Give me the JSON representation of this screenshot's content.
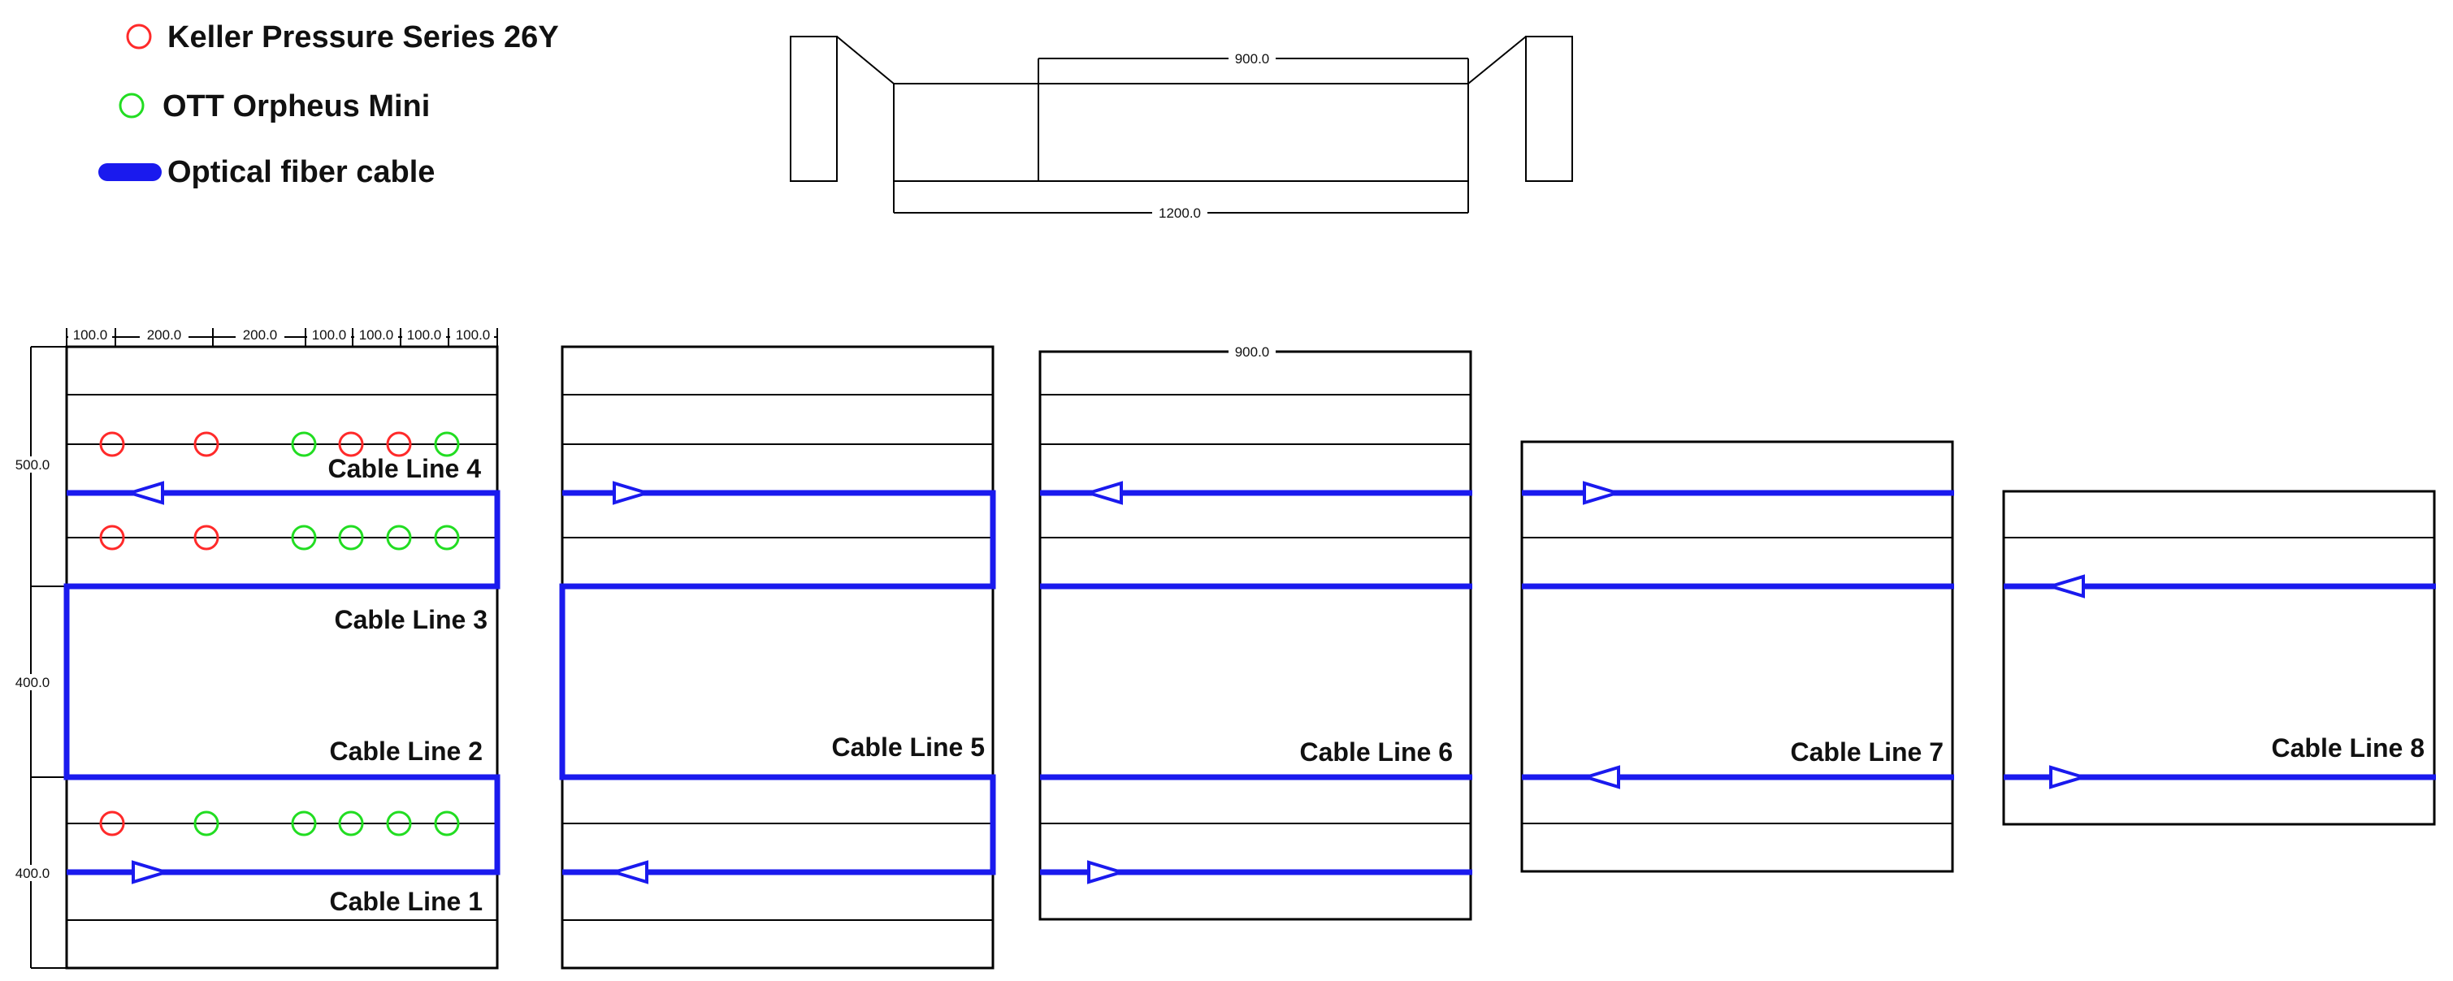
{
  "legend": {
    "items": [
      {
        "id": "keller",
        "text": "Keller Pressure Series 26Y",
        "symbol": "circle",
        "color": "#ff2a2a"
      },
      {
        "id": "ott",
        "text": "OTT Orpheus Mini",
        "symbol": "circle",
        "color": "#22dd22"
      },
      {
        "id": "fiber",
        "text": "Optical fiber cable",
        "symbol": "line",
        "color": "#1a1aee"
      }
    ]
  },
  "colors": {
    "keller": "#ff2a2a",
    "ott": "#22dd22",
    "cable": "#1a1aee",
    "outline": "#000000"
  },
  "cross_section": {
    "dim_top": "900.0",
    "dim_bottom": "1200.0"
  },
  "panel1_dims": {
    "top": [
      "100.0",
      "200.0",
      "200.0",
      "100.0",
      "100.0",
      "100.0",
      "100.0"
    ],
    "left": [
      "500.0",
      "400.0",
      "400.0"
    ]
  },
  "panel3_dim": "900.0",
  "cable_labels": {
    "l1": "Cable Line 1",
    "l2": "Cable Line 2",
    "l3": "Cable Line 3",
    "l4": "Cable Line 4",
    "l5": "Cable Line 5",
    "l6": "Cable Line 6",
    "l7": "Cable Line 7",
    "l8": "Cable Line 8"
  },
  "sensor_rows": [
    [
      "keller",
      "keller",
      "ott",
      "keller",
      "keller",
      "ott"
    ],
    [
      "keller",
      "keller",
      "ott",
      "ott",
      "ott",
      "ott"
    ],
    [
      "keller",
      "ott",
      "ott",
      "ott",
      "ott",
      "ott"
    ]
  ],
  "arrows": [
    {
      "cable": "l4",
      "direction": "left"
    },
    {
      "cable": "l1",
      "direction": "right"
    },
    {
      "cable": "l4-p2",
      "direction": "right"
    },
    {
      "cable": "l1-p2",
      "direction": "left"
    },
    {
      "cable": "l4-p3",
      "direction": "left"
    },
    {
      "cable": "l1-p3",
      "direction": "right"
    },
    {
      "cable": "l4-p4",
      "direction": "right"
    },
    {
      "cable": "l2-p4",
      "direction": "left"
    },
    {
      "cable": "l3-p5",
      "direction": "left"
    },
    {
      "cable": "l2-p5",
      "direction": "right"
    }
  ]
}
